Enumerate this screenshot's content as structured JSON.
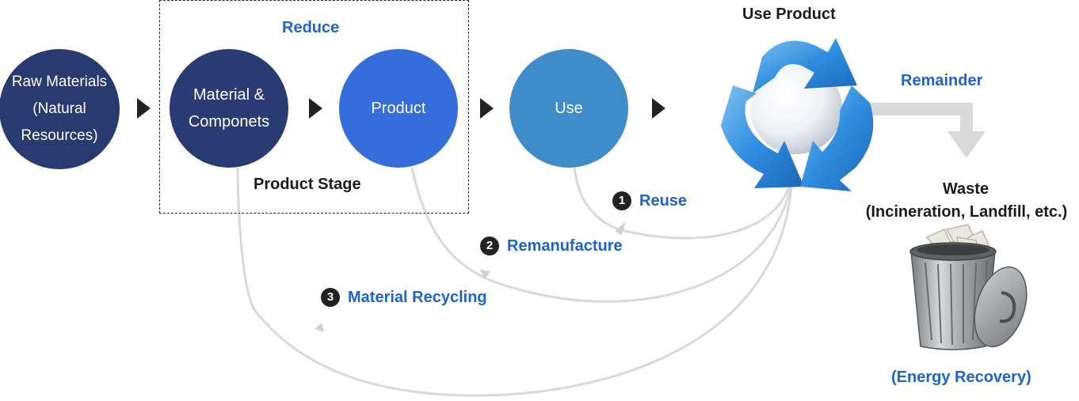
{
  "stages": {
    "raw_materials": "Raw Materials\n(Natural\nResources)",
    "material_components": "Material &\nComponets",
    "product": "Product",
    "use": "Use"
  },
  "labels": {
    "reduce": "Reduce",
    "product_stage": "Product Stage",
    "use_product": "Use Product",
    "remainder": "Remainder",
    "waste_title": "Waste",
    "waste_detail": "(Incineration, Landfill, etc.)",
    "energy_recovery": "(Energy Recovery)"
  },
  "loops": [
    {
      "number": "1",
      "label": "Reuse"
    },
    {
      "number": "2",
      "label": "Remanufacture"
    },
    {
      "number": "3",
      "label": "Material Recycling"
    }
  ],
  "icons": [
    "recycle-icon",
    "trash-can-icon"
  ],
  "colors": {
    "navy": "#283A70",
    "royal_blue": "#356DDB",
    "steel_blue": "#3E8CC8",
    "label_blue": "#1F64C8",
    "loop_gray": "#D9D9D9"
  }
}
